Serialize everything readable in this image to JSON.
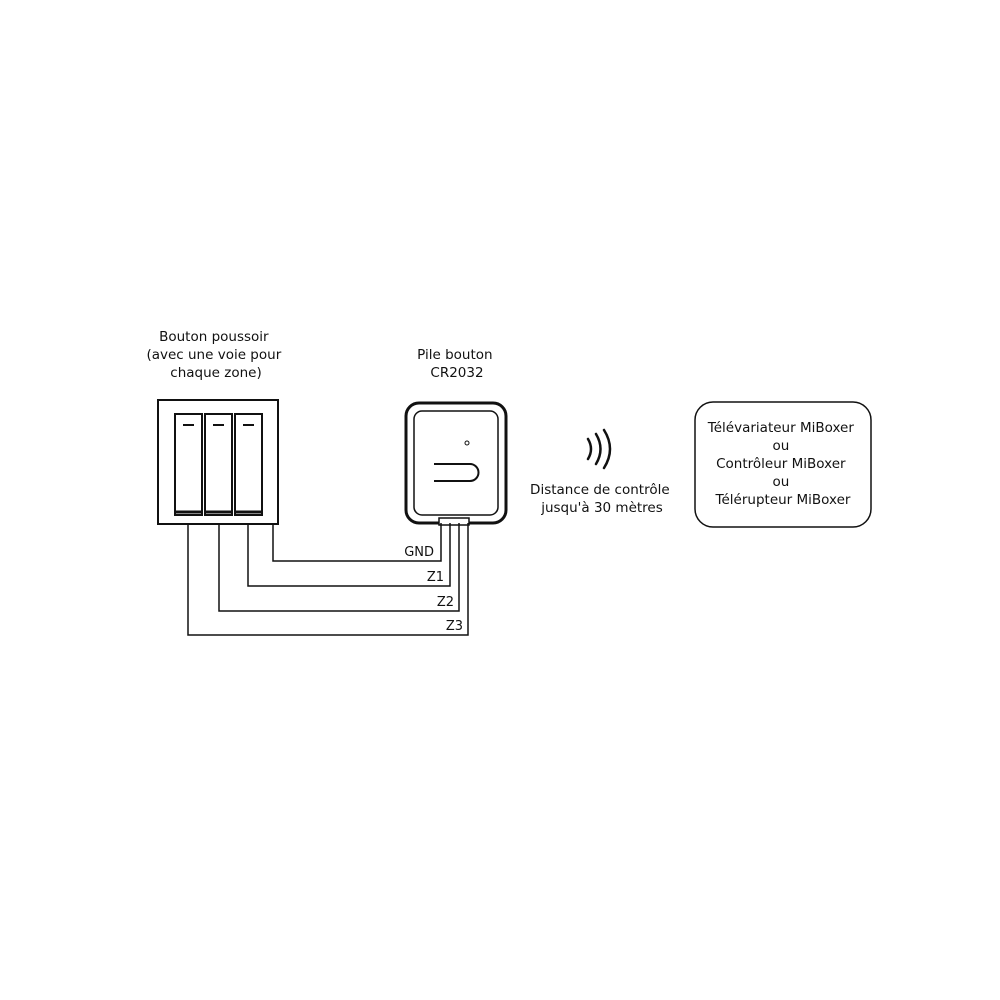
{
  "push_button": {
    "title_lines": [
      "Bouton poussoir",
      "(avec une voie pour",
      "chaque zone)"
    ]
  },
  "battery": {
    "title_lines": [
      "Pile bouton",
      "CR2032"
    ]
  },
  "wires": {
    "gnd": "GND",
    "z1": "Z1",
    "z2": "Z2",
    "z3": "Z3"
  },
  "range": {
    "lines": [
      "Distance de contrôle",
      "jusqu'à 30 mètres"
    ]
  },
  "receiver": {
    "lines": [
      "Télévariateur MiBoxer",
      "ou",
      "Contrôleur MiBoxer",
      "ou",
      "Télérupteur MiBoxer"
    ]
  },
  "icons": {
    "signal": "wireless-signal-icon",
    "remote": "remote-device-icon"
  }
}
